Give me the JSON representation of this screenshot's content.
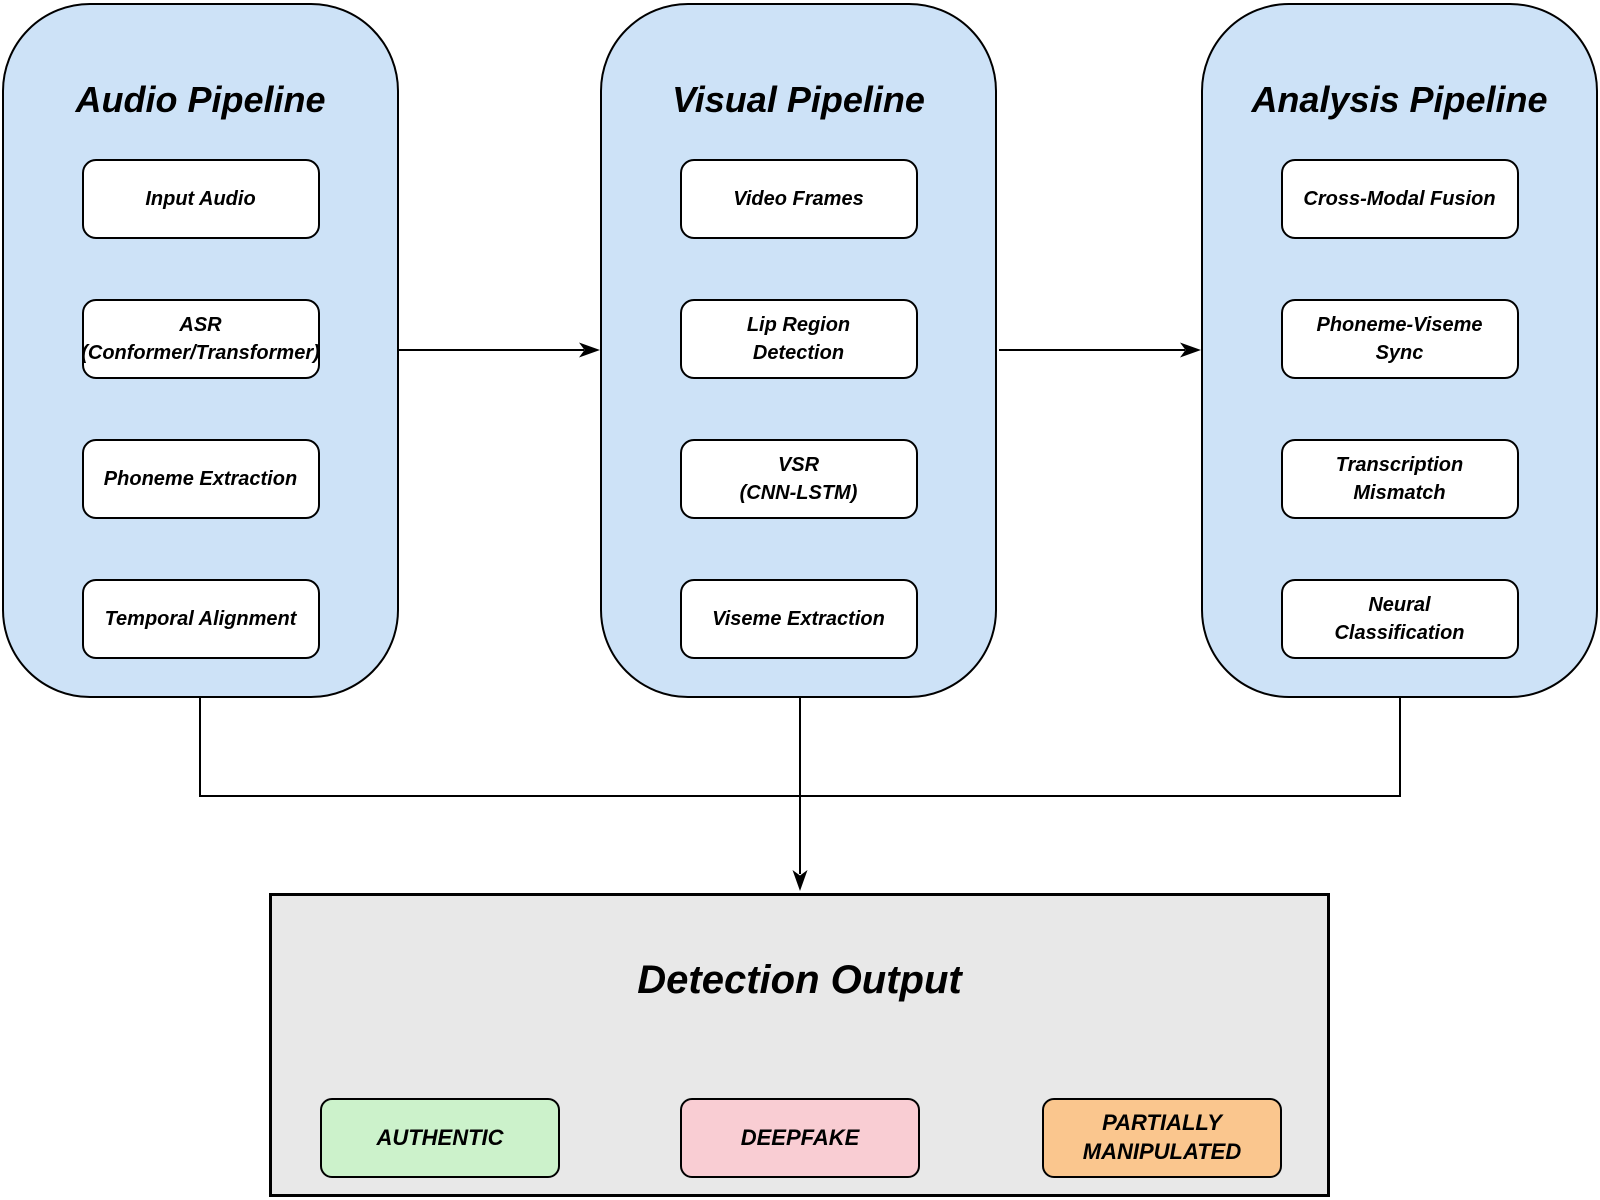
{
  "colors": {
    "pipeline_fill": "#cde2f7",
    "node_fill": "#ffffff",
    "output_fill": "#e8e8e8",
    "authentic_fill": "#ccf2cb",
    "deepfake_fill": "#f9cdd3",
    "partial_fill": "#fac68e",
    "stroke": "#000000"
  },
  "pipelines": [
    {
      "title": "Audio Pipeline",
      "boxes": [
        {
          "label": "Input Audio"
        },
        {
          "label": "ASR\n(Conformer/Transformer)"
        },
        {
          "label": "Phoneme Extraction"
        },
        {
          "label": "Temporal Alignment"
        }
      ]
    },
    {
      "title": "Visual Pipeline",
      "boxes": [
        {
          "label": "Video Frames"
        },
        {
          "label": "Lip Region\nDetection"
        },
        {
          "label": "VSR\n(CNN-LSTM)"
        },
        {
          "label": "Viseme Extraction"
        }
      ]
    },
    {
      "title": "Analysis Pipeline",
      "boxes": [
        {
          "label": "Cross-Modal Fusion"
        },
        {
          "label": "Phoneme-Viseme\nSync"
        },
        {
          "label": "Transcription\nMismatch"
        },
        {
          "label": "Neural\nClassification"
        }
      ]
    }
  ],
  "output": {
    "title": "Detection Output",
    "results": [
      {
        "label": "AUTHENTIC",
        "fill": "#ccf2cb"
      },
      {
        "label": "DEEPFAKE",
        "fill": "#f9cdd3"
      },
      {
        "label": "PARTIALLY\nMANIPULATED",
        "fill": "#fac68e"
      }
    ]
  }
}
